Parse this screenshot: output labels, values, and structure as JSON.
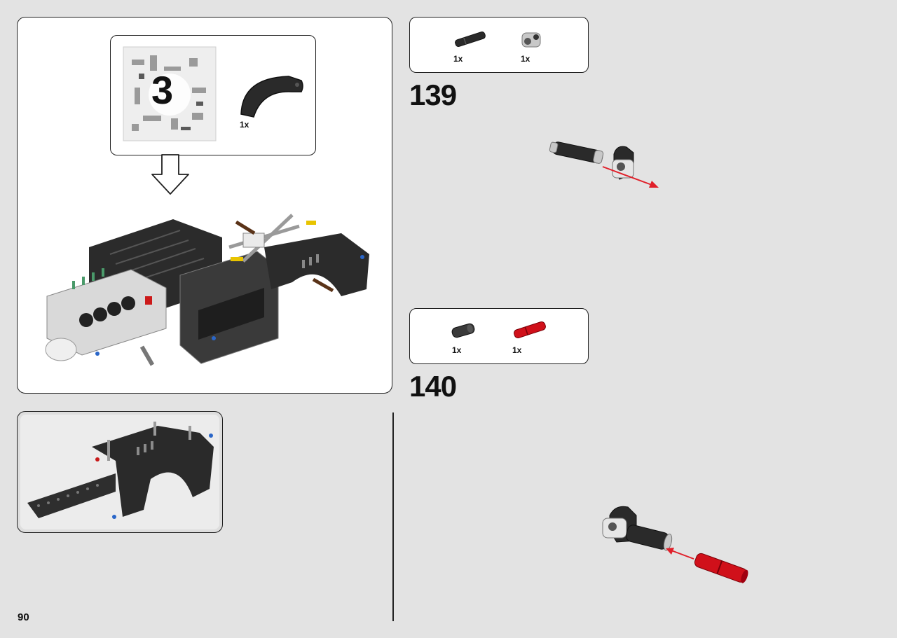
{
  "page": {
    "number": "90"
  },
  "callout": {
    "bag_number": "3",
    "part_qty": "1x"
  },
  "steps": [
    {
      "number": "139",
      "parts": [
        {
          "qty": "1x",
          "icon": "black-axle-pin-icon"
        },
        {
          "qty": "1x",
          "icon": "gray-pin-connector-icon"
        }
      ]
    },
    {
      "number": "140",
      "parts": [
        {
          "qty": "1x",
          "icon": "black-bush-icon"
        },
        {
          "qty": "1x",
          "icon": "red-axle-pin-icon"
        }
      ]
    }
  ],
  "colors": {
    "background": "#e3e3e3",
    "panel": "#ffffff",
    "border": "#1f1f1f",
    "part_black": "#2a2a2a",
    "part_gray": "#c8c8c8",
    "part_red": "#d0101a",
    "arrow_red": "#e0202a"
  }
}
